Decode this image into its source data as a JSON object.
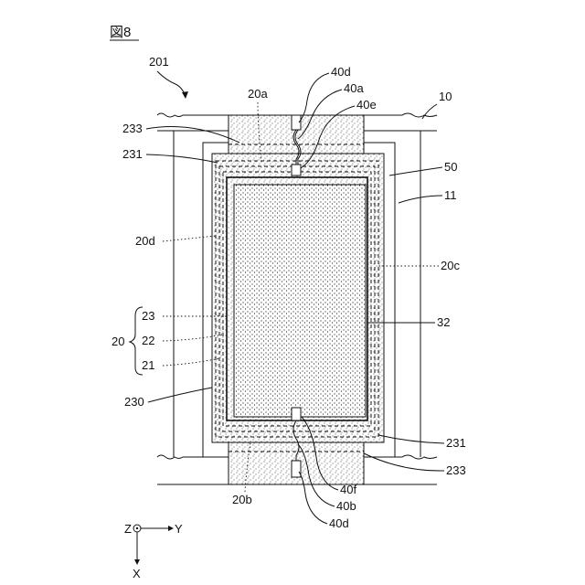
{
  "figure": {
    "title": "図8",
    "ref": "201"
  },
  "labels": {
    "l10": "10",
    "l11": "11",
    "l50": "50",
    "l20a": "20a",
    "l20b": "20b",
    "l20c": "20c",
    "l20d": "20d",
    "l20": "20",
    "l21": "21",
    "l22": "22",
    "l23": "23",
    "l32": "32",
    "l40a": "40a",
    "l40b": "40b",
    "l40d_top": "40d",
    "l40d_bottom": "40d",
    "l40e": "40e",
    "l40f": "40f",
    "l230": "230",
    "l231_top": "231",
    "l231_bottom": "231",
    "l233_top": "233",
    "l233_bottom": "233"
  },
  "axes": {
    "z": "Z",
    "y": "Y",
    "x": "X"
  }
}
